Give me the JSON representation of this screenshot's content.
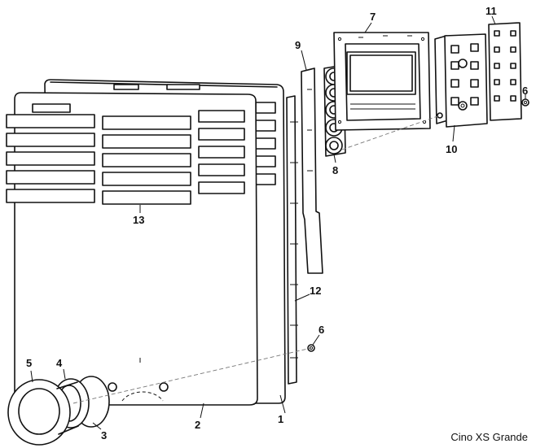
{
  "caption": "Cino XS Grande",
  "callouts": {
    "c1": "1",
    "c2": "2",
    "c3": "3",
    "c4": "4",
    "c5": "5",
    "c6a": "6",
    "c6b": "6",
    "c7": "7",
    "c8": "8",
    "c9": "9",
    "c10": "10",
    "c11": "11",
    "c12": "12",
    "c13": "13"
  }
}
